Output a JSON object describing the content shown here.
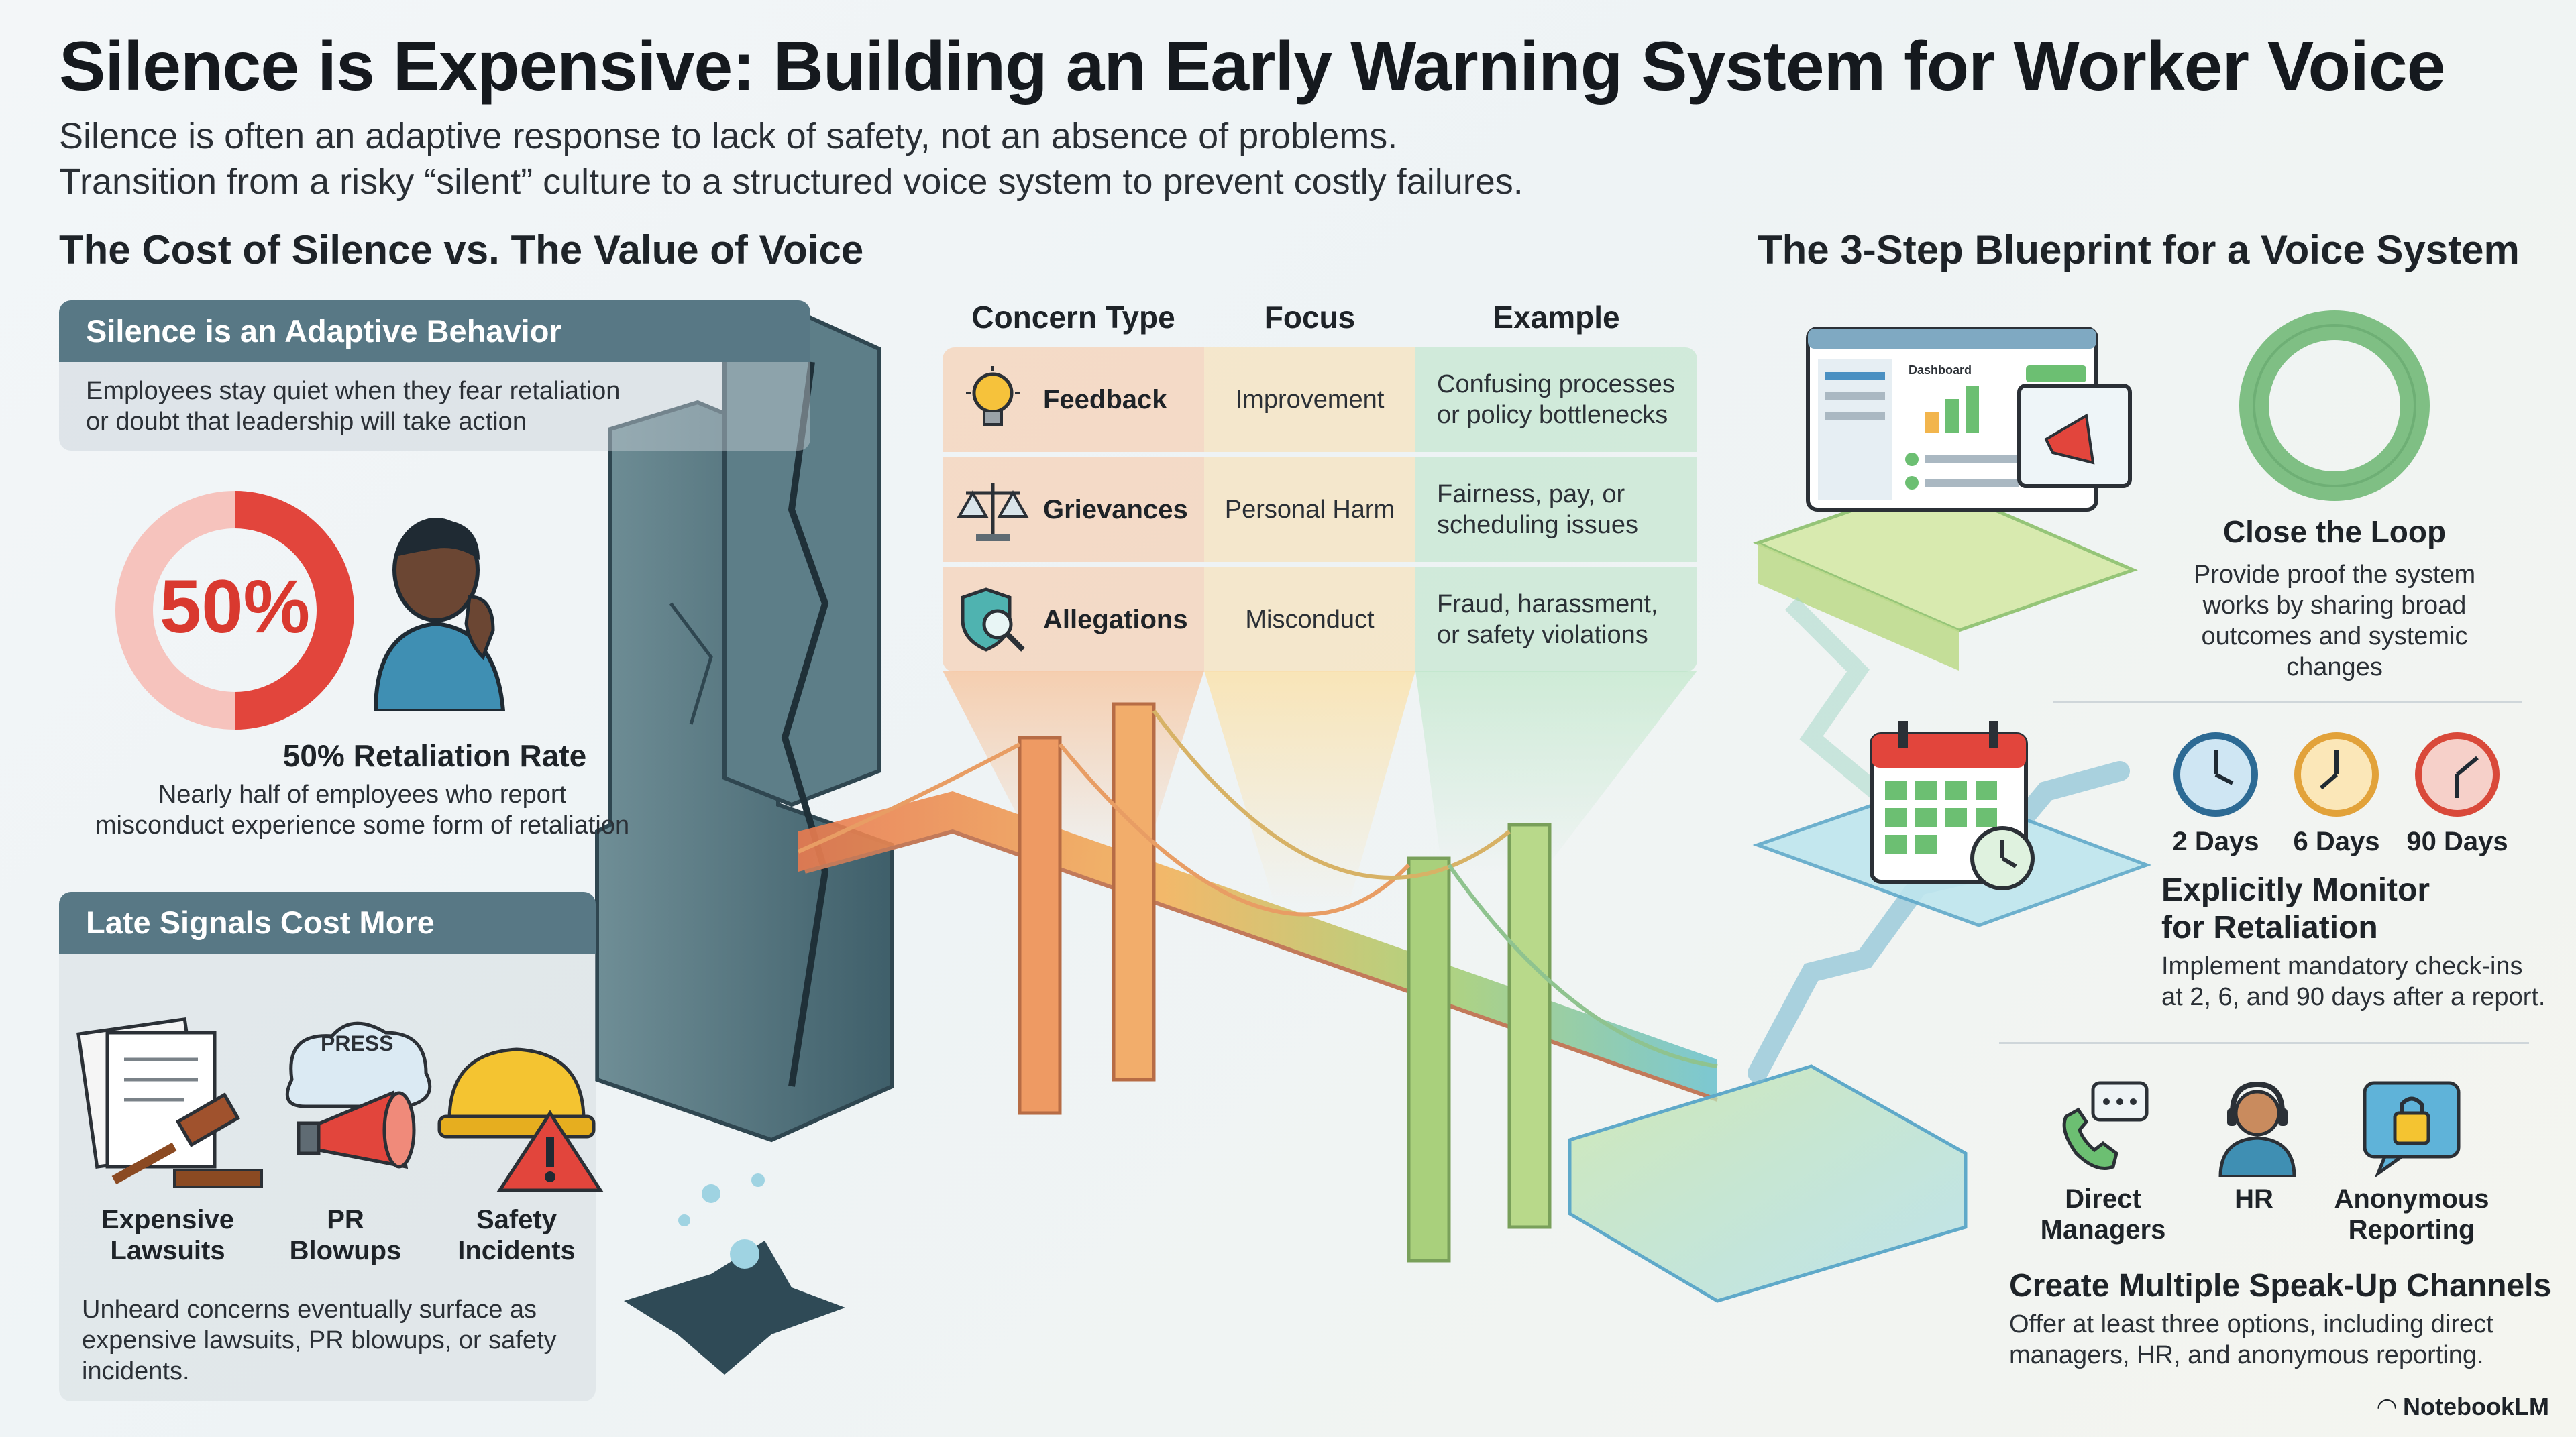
{
  "header": {
    "title": "Silence is Expensive: Building an Early Warning System for Worker Voice",
    "subtitle_line1": "Silence is often an adaptive response to lack of safety, not an absence of problems.",
    "subtitle_line2": "Transition from a risky “silent” culture to a structured voice system to prevent costly failures."
  },
  "left": {
    "section_title": "The Cost of Silence vs. The Value of Voice",
    "adaptive": {
      "heading": "Silence is an Adaptive Behavior",
      "line1": "Employees stay quiet when they fear retaliation",
      "line2": "or doubt that leadership will take action"
    },
    "retaliation": {
      "percent_label": "50%",
      "percent_value": 50,
      "heading": "50% Retaliation Rate",
      "line1": "Nearly half of employees who report",
      "line2": "misconduct experience some form of retaliation"
    },
    "late_signals": {
      "heading": "Late Signals Cost More",
      "press_label": "PRESS",
      "items": [
        {
          "line1": "Expensive",
          "line2": "Lawsuits"
        },
        {
          "line1": "PR",
          "line2": "Blowups"
        },
        {
          "line1": "Safety",
          "line2": "Incidents"
        }
      ],
      "line1": "Unheard concerns eventually surface as",
      "line2": "expensive lawsuits, PR blowups, or safety",
      "line3": "incidents."
    }
  },
  "table": {
    "headers": [
      "Concern Type",
      "Focus",
      "Example"
    ],
    "rows": [
      {
        "type": "Feedback",
        "focus": "Improvement",
        "ex1": "Confusing processes",
        "ex2": "or policy bottlenecks"
      },
      {
        "type": "Grievances",
        "focus": "Personal Harm",
        "ex1": "Fairness, pay, or",
        "ex2": "scheduling issues"
      },
      {
        "type": "Allegations",
        "focus": "Misconduct",
        "ex1": "Fraud, harassment,",
        "ex2": "or safety violations"
      }
    ]
  },
  "right": {
    "section_title": "The 3-Step Blueprint for a Voice System",
    "dashboard_label": "Dashboard",
    "close_loop": {
      "heading": "Close the Loop",
      "line1": "Provide proof the system",
      "line2": "works by sharing broad",
      "line3": "outcomes and systemic",
      "line4": "changes"
    },
    "monitor": {
      "days": [
        "2 Days",
        "6 Days",
        "90 Days"
      ],
      "heading1": "Explicitly Monitor",
      "heading2": "for Retaliation",
      "line1": "Implement mandatory check-ins",
      "line2": "at 2, 6, and 90 days after a report."
    },
    "channels": {
      "items": [
        {
          "line1": "Direct",
          "line2": "Managers"
        },
        {
          "line1": "HR",
          "line2": ""
        },
        {
          "line1": "Anonymous",
          "line2": "Reporting"
        }
      ],
      "heading": "Create Multiple Speak-Up Channels",
      "line1": "Offer at least three options, including direct",
      "line2": "managers, HR, and anonymous reporting."
    }
  },
  "footer": {
    "brand": "NotebookLM"
  },
  "colors": {
    "panel_header": "#587885",
    "ring_red": "#e2453c",
    "ring_pink": "#f6c3bd",
    "loop_green": "#7fbf84"
  }
}
